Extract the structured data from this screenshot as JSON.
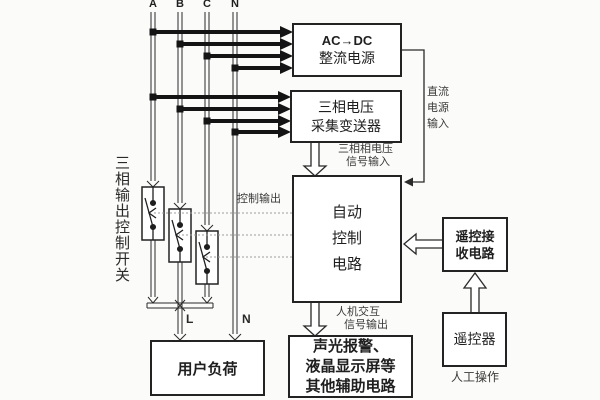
{
  "colors": {
    "ink": "#1f1f1f",
    "label_gray": "#3a3a3a",
    "dotted_line": "#9c9c9c",
    "background": "#fbfbf9",
    "box_fill": "#ffffff"
  },
  "phases": {
    "a": "A",
    "b": "B",
    "c": "C",
    "n": "N"
  },
  "wires": {
    "l": "L",
    "n": "N"
  },
  "boxes": {
    "rectifier": {
      "line1": "AC→DC",
      "line2": "整流电源"
    },
    "transmitter": {
      "line1": "三相电压",
      "line2": "采集变送器"
    },
    "controller": {
      "line1": "自动",
      "line2": "控制",
      "line3": "电路"
    },
    "remote_receiver": {
      "line1": "遥控接",
      "line2": "收电路"
    },
    "remote": {
      "label": "遥控器"
    },
    "aux": {
      "line1": "声光报警、",
      "line2": "液晶显示屏等",
      "line3": "其他辅助电路"
    },
    "load": {
      "label": "用户负荷"
    }
  },
  "labels": {
    "dc_input_line1": "直流",
    "dc_input_line2": "电源",
    "dc_input_line3": "输入",
    "phase_signal_line1": "三相相电压",
    "phase_signal_line2": "信号输入",
    "control_output": "控制输出",
    "hmi_line1": "人机交互",
    "hmi_line2": "信号输出",
    "manual_operation": "人工操作",
    "switch_group": "三相输出控制开关"
  }
}
